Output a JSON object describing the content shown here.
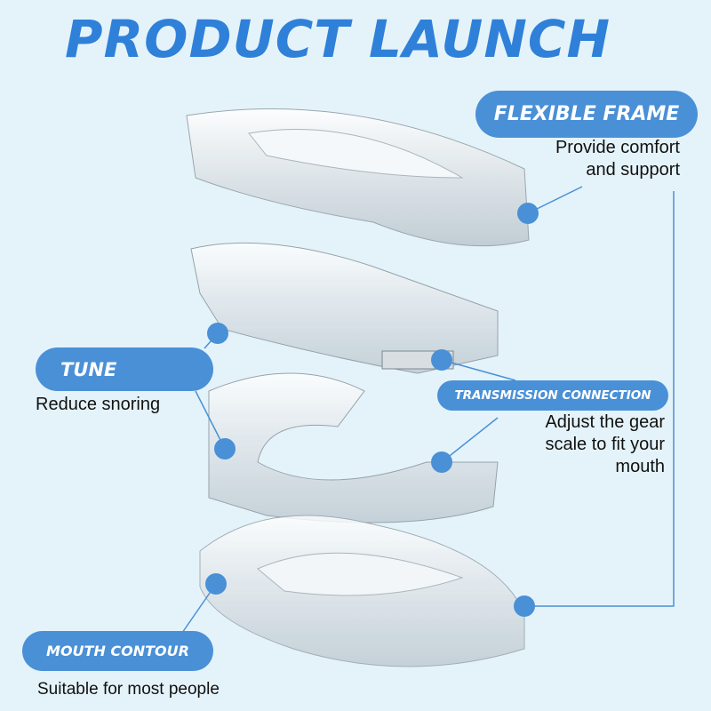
{
  "title": "PRODUCT LAUNCH",
  "colors": {
    "accent": "#4a90d6",
    "title": "#2f80d8",
    "background": "#e4f3fa"
  },
  "features": [
    {
      "label": "FLEXIBLE FRAME",
      "description_lines": [
        "Provide comfort",
        "and support"
      ]
    },
    {
      "label": "TUNE",
      "description_lines": [
        "Reduce snoring"
      ]
    },
    {
      "label": "TRANSMISSION CONNECTION",
      "description_lines": [
        "Adjust the gear",
        "scale to fit your",
        "mouth"
      ]
    },
    {
      "label": "MOUTH CONTOUR",
      "description_lines": [
        "Suitable for most people"
      ]
    }
  ]
}
